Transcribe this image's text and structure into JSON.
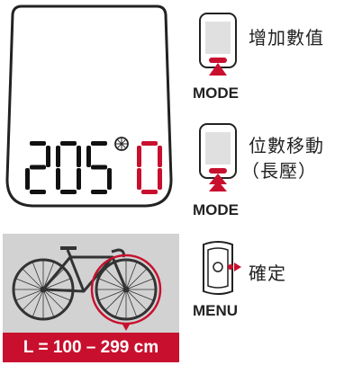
{
  "display": {
    "digits": [
      "2",
      "0",
      "5"
    ],
    "edit_digit": "0",
    "wheel_symbol": "wheel-icon"
  },
  "instructions": [
    {
      "button": "MODE",
      "text": "增加數值",
      "action": "press"
    },
    {
      "button": "MODE",
      "text_line1": "位數移動",
      "text_line2": "（長壓）",
      "action": "long-press"
    },
    {
      "button": "MENU",
      "text": "確定",
      "action": "press"
    }
  ],
  "bike": {
    "range_label": "L = 100 – 299 cm"
  },
  "colors": {
    "accent_red": "#c8102e",
    "digit_black": "#111111",
    "device_gray": "#e6e6e6"
  }
}
